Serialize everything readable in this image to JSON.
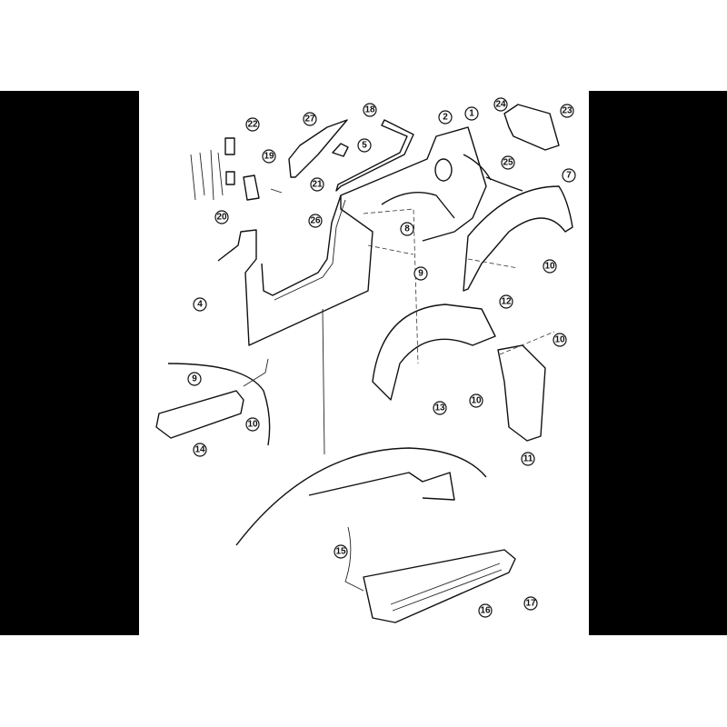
{
  "diagram": {
    "title": "",
    "callouts": [
      "22",
      "27",
      "18",
      "2",
      "1",
      "24",
      "23",
      "19",
      "5",
      "21",
      "25",
      "7",
      "20",
      "26",
      "8",
      "9",
      "10",
      "4",
      "12",
      "10",
      "9",
      "10",
      "14",
      "13",
      "10",
      "11",
      "15",
      "17",
      "16"
    ]
  }
}
